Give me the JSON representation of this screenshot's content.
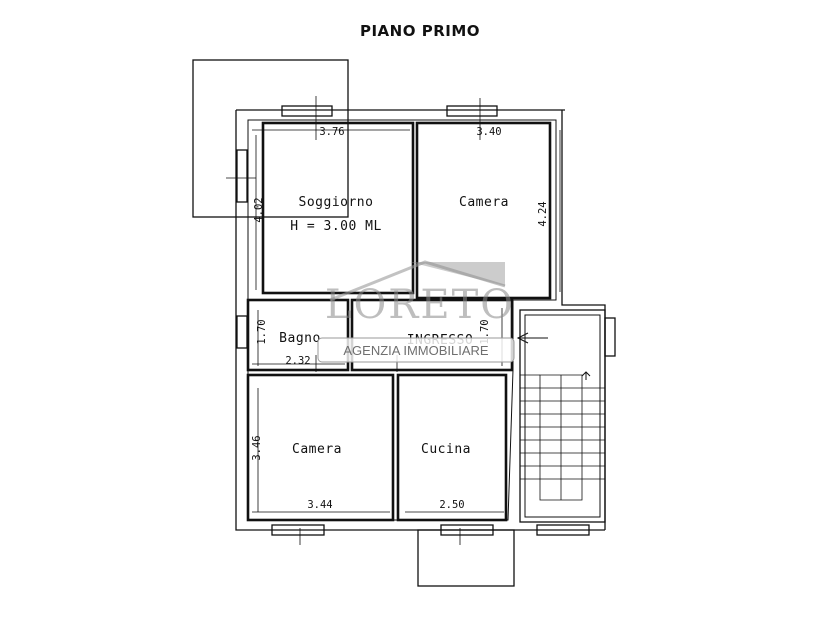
{
  "title": "PIANO PRIMO",
  "rooms": {
    "soggiorno": "Soggiorno",
    "height_note": "H = 3.00 ML",
    "camera_top": "Camera",
    "bagno": "Bagno",
    "ingresso": "INGRESSO",
    "camera_bottom": "Camera",
    "cucina": "Cucina"
  },
  "dimensions": {
    "soggiorno_width": "3.76",
    "soggiorno_height": "4.02",
    "camera_top_width": "3.40",
    "camera_top_height": "4.24",
    "bagno_height": "1.70",
    "bagno_width": "2.32",
    "ingresso_height": "1.70",
    "camera_bottom_height": "3.46",
    "camera_bottom_width": "3.44",
    "cucina_width": "2.50"
  },
  "watermark": {
    "brand": "LORETO",
    "tagline": "AGENZIA IMMOBILIARE"
  },
  "colors": {
    "wall": "#111111",
    "watermark": "#8a8a8a"
  }
}
